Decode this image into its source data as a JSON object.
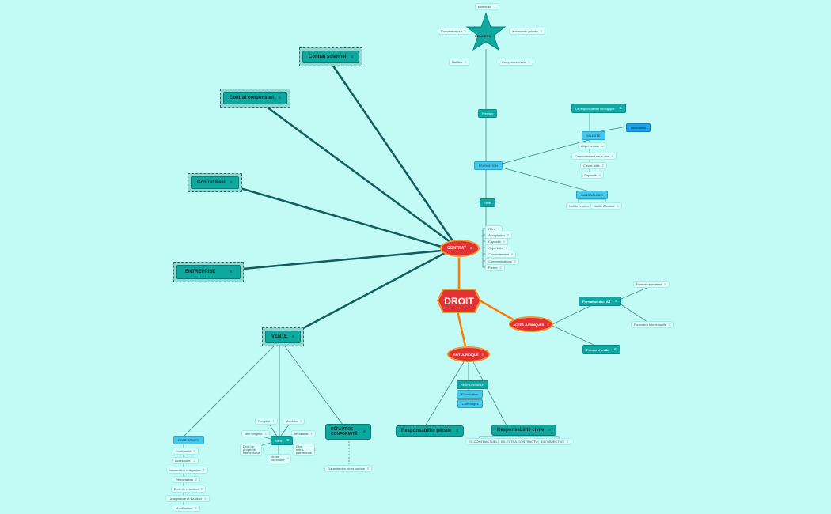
{
  "root": {
    "label": "DROIT"
  },
  "hubs": {
    "contrat": "CONTRAT",
    "actes": "ACTES JURIDIQUES",
    "faits": "FAIT JURIDIQUE"
  },
  "contract_types": {
    "solennel": "Contrat solennel",
    "consensuel": "Contrat consensuel",
    "reel": "Contrat Réel",
    "entreprise": "ENTREPRISE",
    "vente": "VENTE"
  },
  "star": {
    "label": "DANGERS",
    "notes": {
      "top": "Bonne-foi",
      "left": "Convention nul",
      "right": "autonomie volonté",
      "bl": "Nullités",
      "br": "Comprendre/vice"
    }
  },
  "contrat_branch": {
    "principe": "Principe",
    "formation": "FORMATION",
    "effets": "Effets",
    "validite": "VALIDITE",
    "responsabilite_label": "Le responsabilité biologique",
    "neutralites": "Neutralités",
    "validite_items": [
      "Objet certain",
      "Consentement sans vice",
      "Cause licite",
      "Capacité"
    ],
    "sans_valide": "SANS VALIDE",
    "sans_valide_items": [
      "Nullité relative",
      "Nullité Absolue"
    ],
    "effets_items": [
      "Offre",
      "Acceptation",
      "Capacité",
      "Objet licite",
      "Consentement",
      "Communications",
      "Forme"
    ]
  },
  "actes_branch": {
    "formation": "Formation d'un AJ",
    "preuve": "Preuve d'un AJ",
    "formation_items": [
      "Formation matérie",
      "Formation intellectuelle"
    ]
  },
  "faits_branch": {
    "types": [
      "RESPONSABLE",
      "Exonération",
      "Dommages"
    ],
    "penale": "Responsabilité pénale",
    "civile": "Responsabilité civile",
    "civile_items": [
      "EX-CONTRACTUELLE",
      "EX-EXTRA-CONTRACTUELLE",
      "DU OBJECTIVE"
    ]
  },
  "vente_branch": {
    "conformite": "CONFORMITE",
    "conformite_items": [
      "Conformité",
      "Accessoire",
      "Information obligatoire",
      "Rétractation",
      "Droit de rétention",
      "La signature et livraison",
      "Modification"
    ],
    "bien": "BIEN",
    "bien_items": [
      "Fongible",
      "Meubles",
      "Non fongible",
      "Immeuble",
      "Droit de propriété intellectuelle",
      "Droit extra-patrimonial",
      "chose commune"
    ],
    "defaut": "DÉFAUT DE CONFORMITÉ",
    "garantie": "Garantie des vices cachés"
  },
  "colors": {
    "background": "#c2faf6",
    "accent": "#e03333",
    "strong_link": "#0f5d5c",
    "orange_link": "#ff7a00"
  }
}
